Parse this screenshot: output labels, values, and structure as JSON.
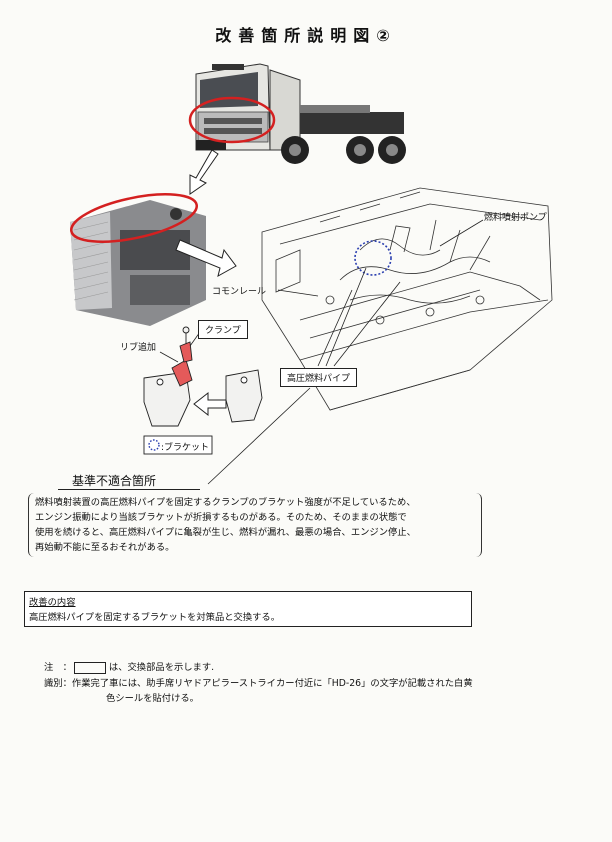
{
  "title": "改善箇所説明図②",
  "labels": {
    "fuel_pump": "燃料噴射ポンプ",
    "common_rail": "コモンレール",
    "clamp": "クランプ",
    "rib_added": "リブ追加",
    "hp_fuel_pipe": "高圧燃料パイプ",
    "bracket_legend": ":ブラケット"
  },
  "nonconformity": {
    "heading": "基準不適合箇所",
    "lines": [
      "燃料噴射装置の高圧燃料パイプを固定するクランプのブラケット強度が不足しているため、",
      "エンジン振動により当該ブラケットが折損するものがある。そのため、そのままの状態で",
      "使用を続けると、高圧燃料パイプに亀裂が生じ、燃料が漏れ、最悪の場合、エンジン停止、",
      "再始動不能に至るおそれがある。"
    ]
  },
  "improvement": {
    "title": "改善の内容",
    "text": "高圧燃料パイプを固定するブラケットを対策品と交換する。"
  },
  "notes": {
    "note_label": "注　：",
    "note_suffix": "は、交換部品を示します.",
    "id_label": "識別：",
    "id_line1": "作業完了車には、助手席リヤドアピラーストライカー付近に「HD-26」の文字が記載された白黄",
    "id_line2": "色シールを貼付ける。"
  },
  "colors": {
    "highlight_red": "#d42020",
    "bracket_blue": "#2b3fb0"
  }
}
